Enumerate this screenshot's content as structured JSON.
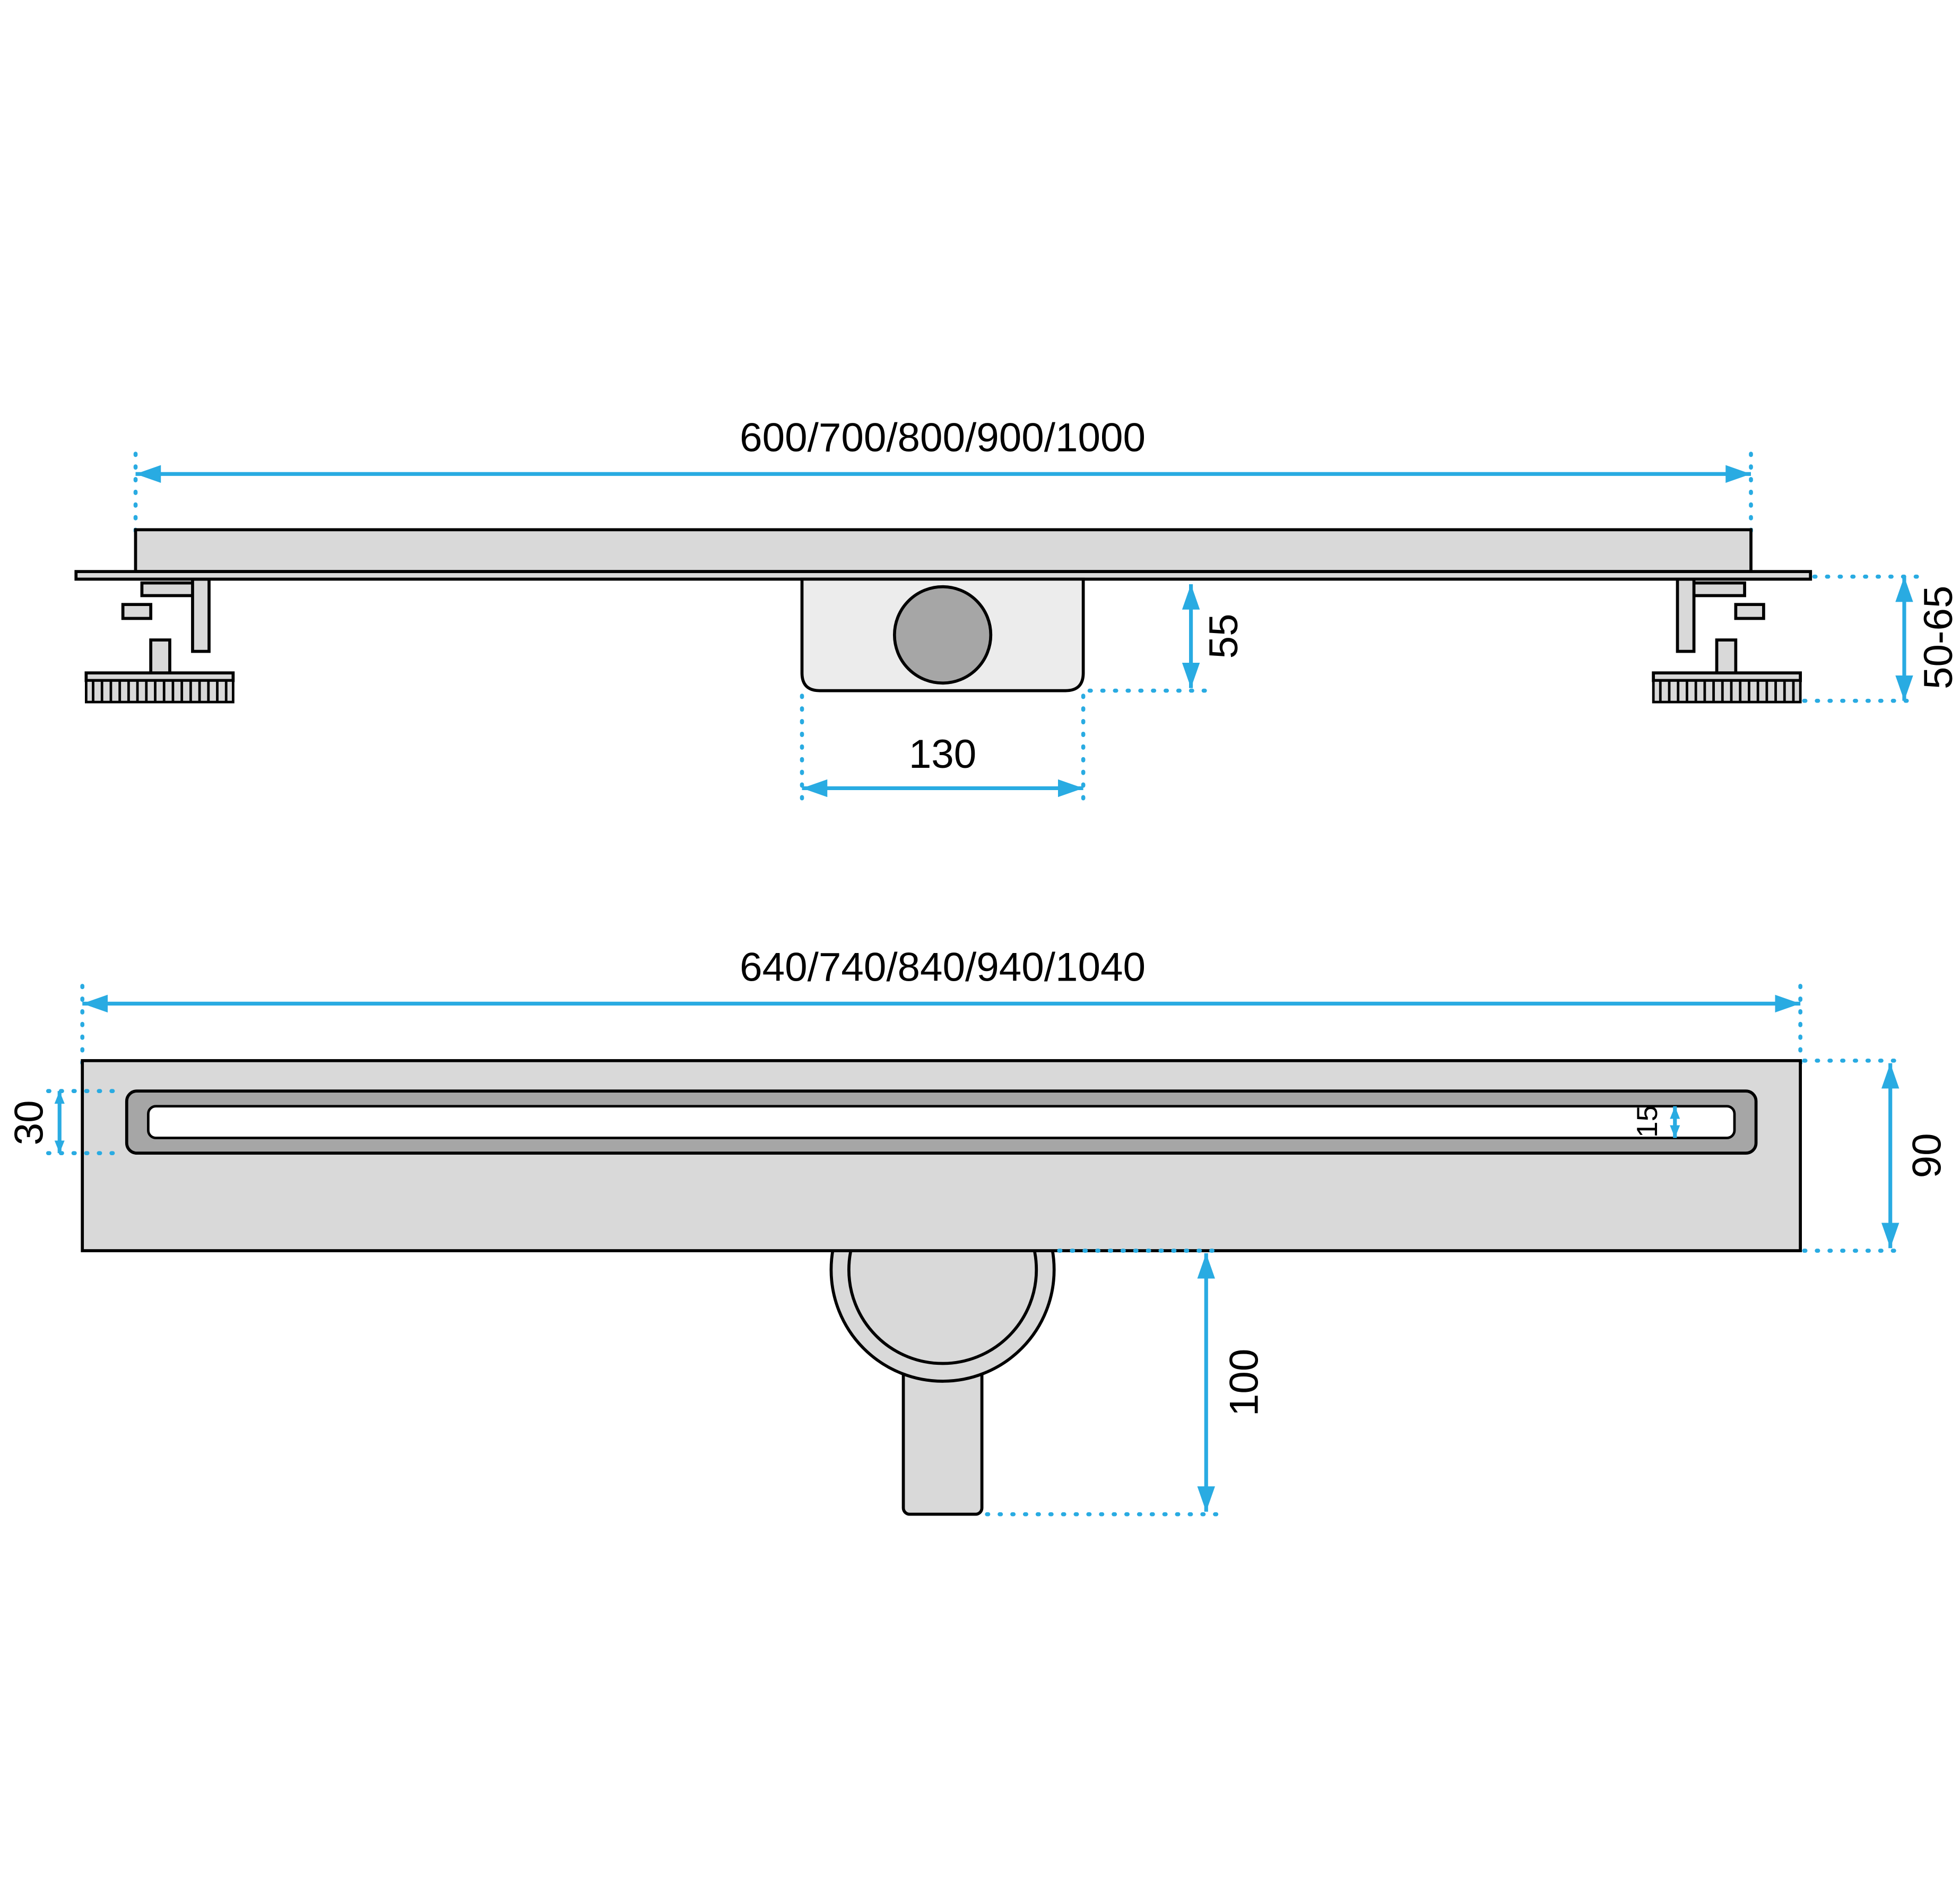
{
  "colors": {
    "dimension_blue": "#29abe2",
    "body_gray": "#d9d9d9",
    "trap_gray": "#ececec",
    "grate_gray": "#a6a6a6",
    "slot_white": "#ffffff",
    "outline_black": "#000000"
  },
  "side_view": {
    "length_options_mm": "600/700/800/900/1000",
    "trap_depth_mm": "55",
    "trap_length_mm": "130",
    "foot_height_range_mm": "50-65"
  },
  "plan_view": {
    "length_options_mm": "640/740/840/940/1040",
    "grate_width_mm": "30",
    "slot_width_mm": "15",
    "body_width_mm": "90",
    "outlet_drop_mm": "100"
  }
}
